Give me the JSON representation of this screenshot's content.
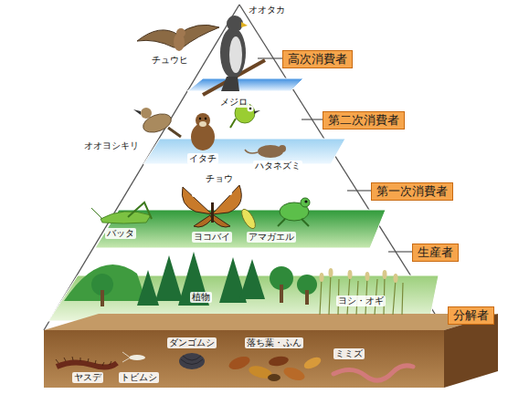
{
  "diagram": {
    "nodes": [
      {
        "text": [
          "高次消費者"
        ]
      },
      {
        "text": [
          "第二次消費者"
        ]
      },
      {
        "text": [
          "第一次消費者"
        ]
      },
      {
        "text": [
          "生産者"
        ]
      },
      {
        "text": [
          "分解者"
        ]
      }
    ],
    "labels": [
      "オオタカ",
      "チュウヒ",
      "メジロ",
      "オオヨシキリ",
      "イタチ",
      "ハタネズミ",
      "チョウ",
      "バッタ",
      "ヨコバイ",
      "アマガエル",
      "植物",
      "ヨシ・オギ",
      "ダンゴムシ",
      "落ち葉・ふん",
      "ミミズ",
      "ヤスデ",
      "トビムシ"
    ]
  }
}
